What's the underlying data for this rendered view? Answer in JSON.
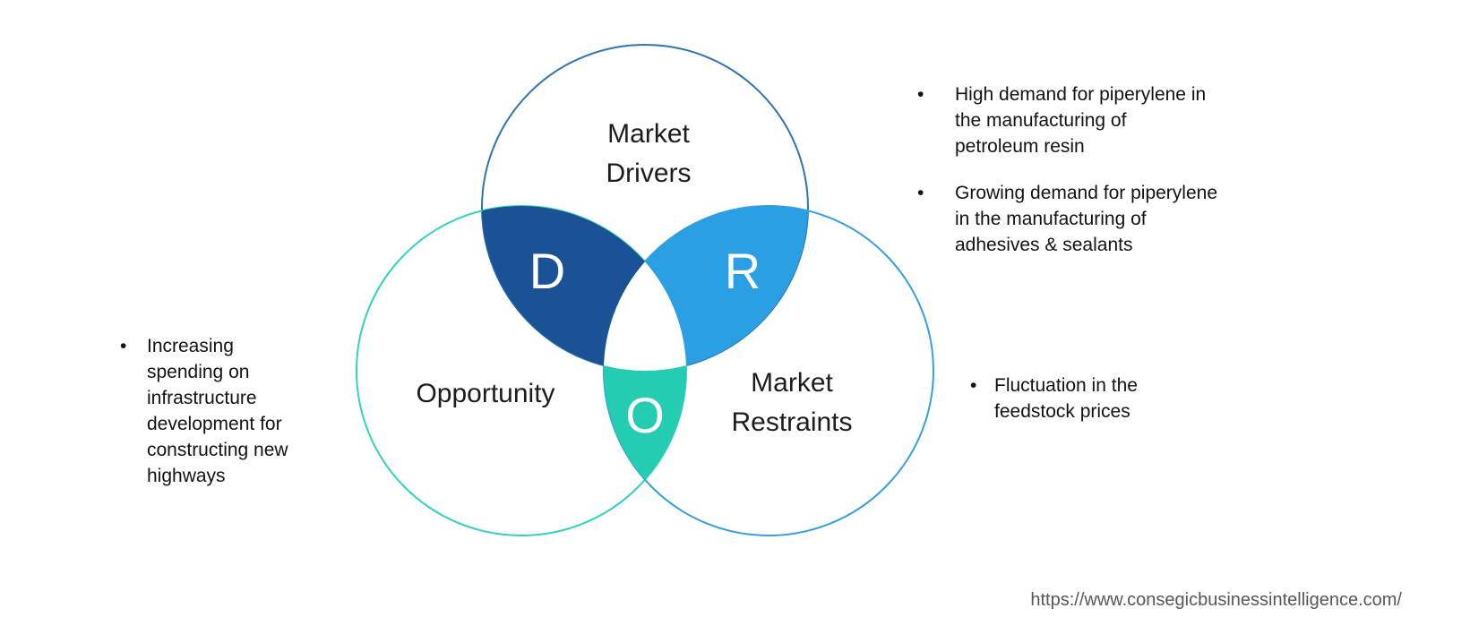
{
  "page": {
    "background": "#ffffff",
    "source_url": "https://www.consegicbusinessintelligence.com/"
  },
  "venn": {
    "circles": {
      "drivers": {
        "label_line1": "Market",
        "label_line2": "Drivers",
        "stroke": "#2e74b5"
      },
      "opportunity": {
        "label": "Opportunity",
        "stroke": "#2fd3be"
      },
      "restraints": {
        "label_line1": "Market",
        "label_line2": "Restraints",
        "stroke": "#34a0e0"
      }
    },
    "intersections": {
      "drivers_opportunity": {
        "letter": "D",
        "fill": "#1b5296"
      },
      "drivers_restraints": {
        "letter": "R",
        "fill": "#2b9fe3"
      },
      "opportunity_restraints": {
        "letter": "O",
        "fill": "#24cdb2"
      },
      "center_fill": "#ffffff"
    }
  },
  "bullets": {
    "glyph": "•",
    "drivers": [
      {
        "lines": [
          "High demand for piperylene in",
          "the manufacturing of",
          "petroleum resin"
        ]
      },
      {
        "lines": [
          "Growing demand for piperylene",
          "in the manufacturing of",
          "adhesives & sealants"
        ]
      }
    ],
    "opportunity": [
      {
        "lines": [
          "Increasing",
          "spending on",
          "infrastructure",
          "development for",
          "constructing new",
          "highways"
        ]
      }
    ],
    "restraints": [
      {
        "lines": [
          "Fluctuation in the",
          "feedstock prices"
        ]
      }
    ]
  }
}
